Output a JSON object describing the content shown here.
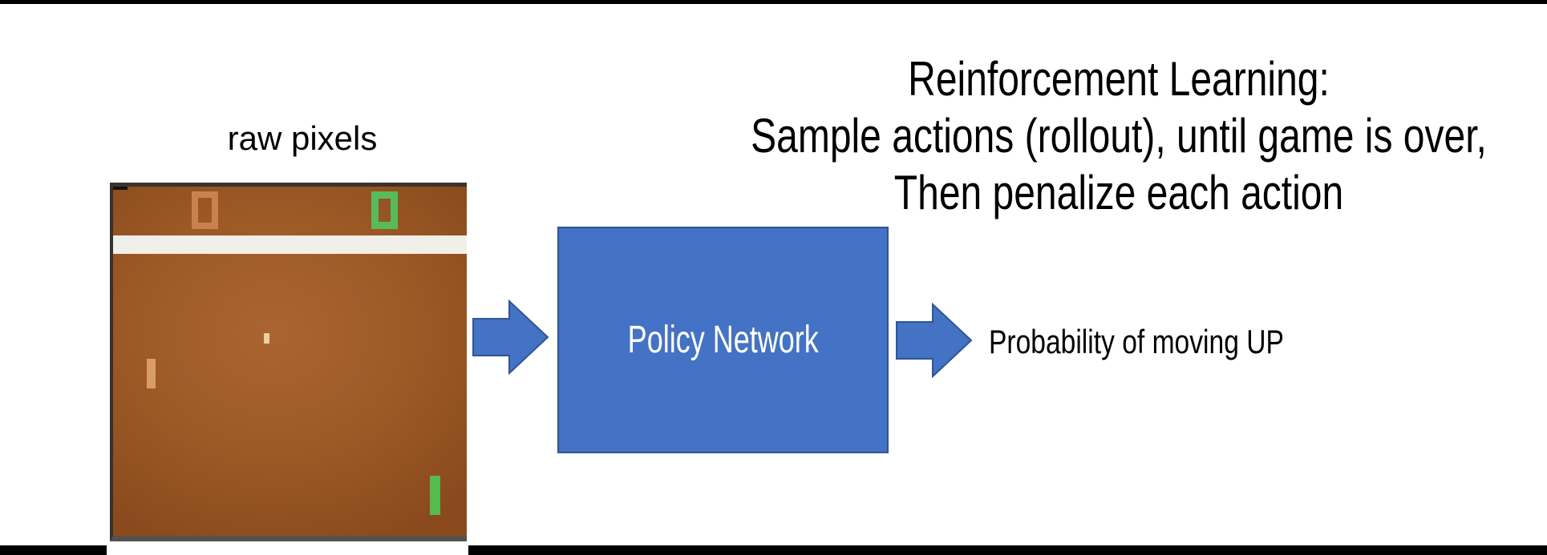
{
  "slide": {
    "title_lines": [
      "Reinforcement Learning:",
      "Sample actions (rollout), until game is over,",
      "Then penalize each action"
    ],
    "input_caption": "raw pixels",
    "policy_box_label": "Policy Network",
    "output_label": "Probability of moving UP"
  },
  "pong_game": {
    "left_score": "0",
    "right_score": "0"
  },
  "colors": {
    "accent-blue": "#4472C4",
    "accent-blue-border": "#2F5597",
    "field-brown": "#9C5926",
    "field-brown-light": "#AA6432",
    "field-brown-dark": "#8A4A1D",
    "score-orange": "#C9824E",
    "paddle-orange": "#D99C66",
    "score-green": "#58BB5B",
    "paddle-green": "#55BB4E",
    "ball-cream": "#EECFA2",
    "band-white": "#F1EFE9",
    "bar-black": "#000000"
  }
}
